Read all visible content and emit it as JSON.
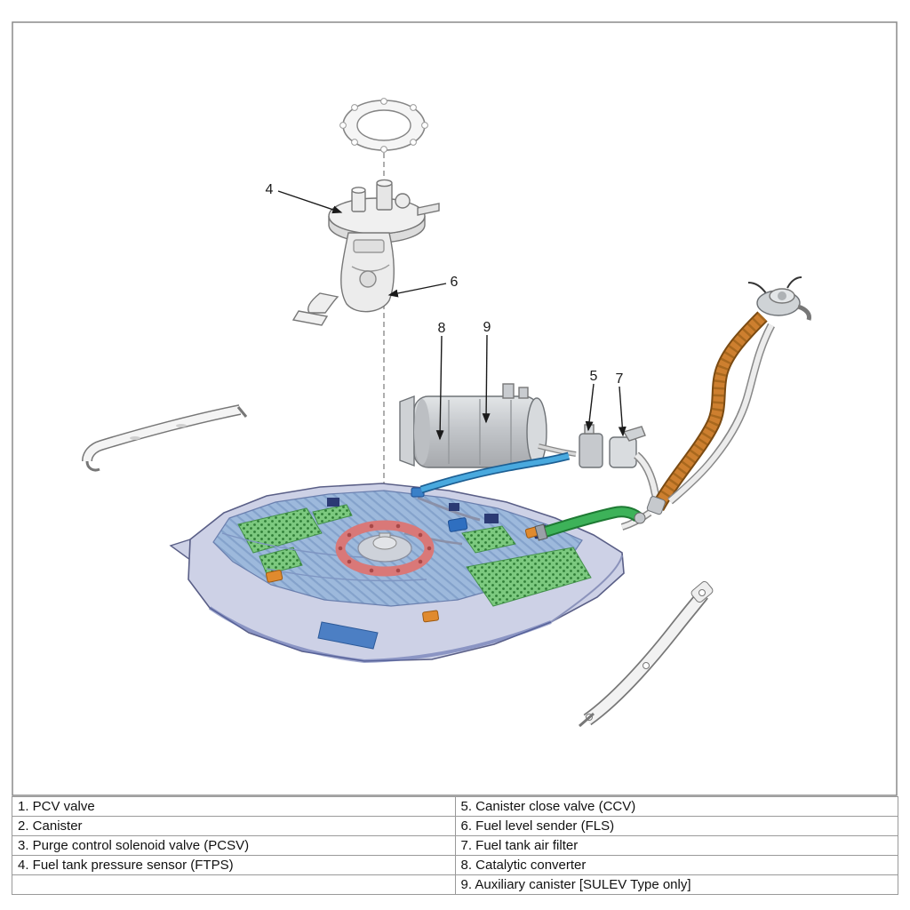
{
  "callouts": {
    "ftps": "4",
    "fls": "6",
    "cat": "8",
    "aux": "9",
    "ccv": "5",
    "filter": "7"
  },
  "legend": {
    "rows": [
      {
        "left": "1. PCV valve",
        "right": "5. Canister close valve (CCV)"
      },
      {
        "left": "2. Canister",
        "right": "6. Fuel level sender (FLS)"
      },
      {
        "left": "3. Purge control solenoid valve (PCSV)",
        "right": "7. Fuel tank air filter"
      },
      {
        "left": "4. Fuel tank pressure sensor (FTPS)",
        "right": "8. Catalytic converter"
      },
      {
        "left": "",
        "right": "9. Auxiliary canister [SULEV Type only]"
      }
    ]
  },
  "colors": {
    "hose_orange": "#cd7f2f",
    "hose_green": "#3db259",
    "hose_blue": "#49a9de",
    "tank_body": "#cdd1e6",
    "pump_ring_red": "#d97878"
  }
}
